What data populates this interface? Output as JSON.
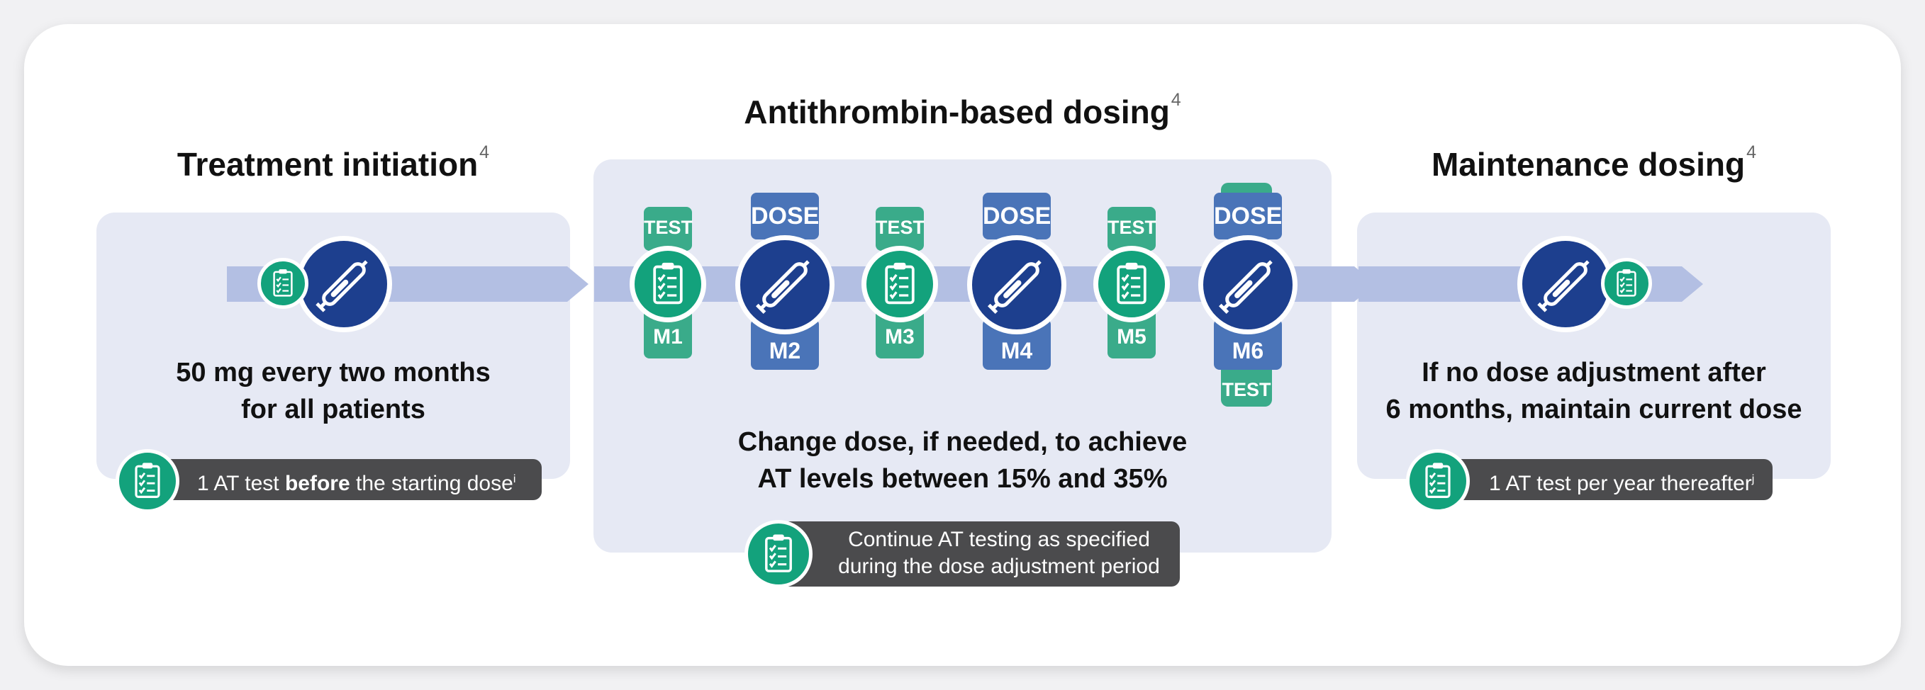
{
  "sections": {
    "initiation": {
      "title": "Treatment initiation",
      "ref": "4",
      "line1": "50 mg every two months",
      "line2": "for all patients",
      "note_pre": "1 AT test ",
      "note_bold": "before",
      "note_post": " the starting dose",
      "note_sup": "i"
    },
    "dosing": {
      "title": "Antithrombin-based dosing",
      "ref": "4",
      "line1": "Change dose, if needed, to achieve",
      "line2": "AT levels between 15% and 35%",
      "note_line1": "Continue AT testing as specified",
      "note_line2": "during the dose adjustment period"
    },
    "maintenance": {
      "title": "Maintenance dosing",
      "ref": "4",
      "line1": "If no dose adjustment after",
      "line2": "6 months, maintain current dose",
      "note_text": "1 AT test per year thereafter",
      "note_sup": "j"
    }
  },
  "months": [
    {
      "label": "M1",
      "tag": "TEST"
    },
    {
      "label": "M2",
      "tag": "DOSE"
    },
    {
      "label": "M3",
      "tag": "TEST"
    },
    {
      "label": "M4",
      "tag": "DOSE"
    },
    {
      "label": "M5",
      "tag": "TEST"
    },
    {
      "label": "M6",
      "tag": "DOSE",
      "extra_tag": "TEST"
    }
  ],
  "colors": {
    "test_green": "#13a27c",
    "test_tab": "#3aab8a",
    "dose_navy": "#1d3f8e",
    "dose_tab": "#4a74b8",
    "arrow": "#b3bfe3",
    "panel": "#e6e9f4",
    "note_pill": "#4b4b4d"
  },
  "icons": [
    "clipboard-checklist-icon",
    "injection-pen-icon"
  ]
}
